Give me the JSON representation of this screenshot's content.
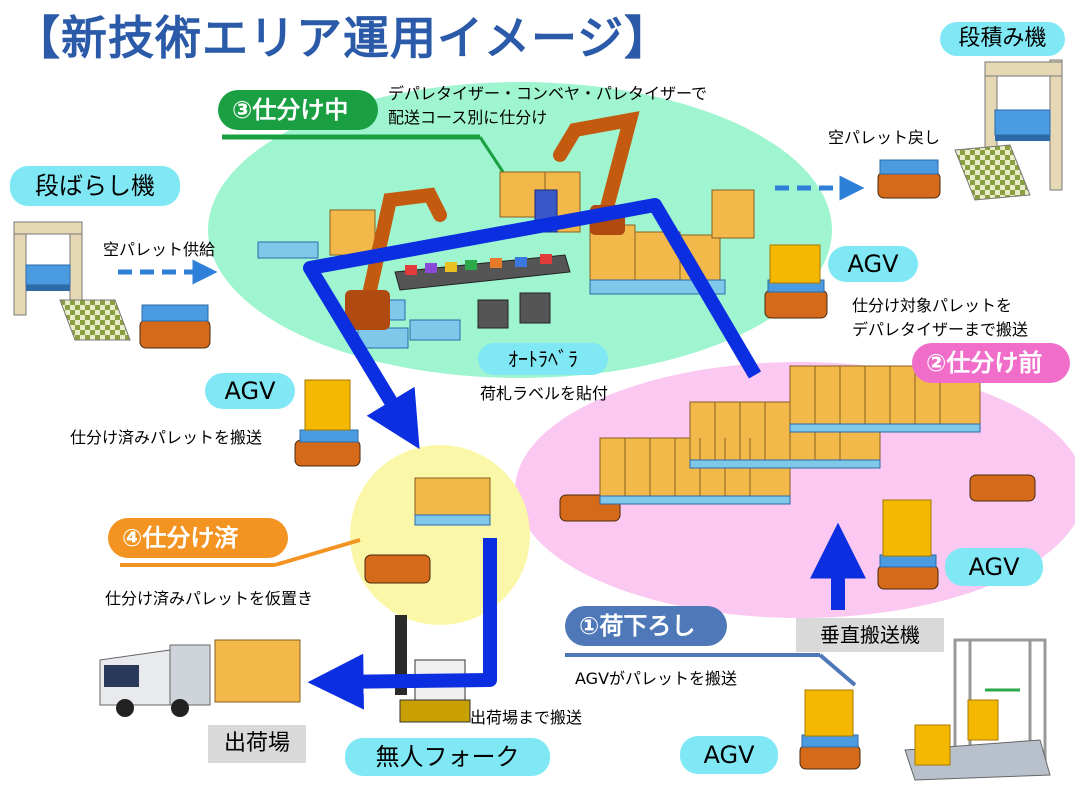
{
  "title": "【新技術エリア運用イメージ】",
  "colors": {
    "accent_blue": "#2a5aa8",
    "sort_green": "#1a9f43",
    "pre_pink": "#f06ec9",
    "done_orange": "#f39321",
    "unload_blue": "#4e78b8",
    "cyan": "#7fe8f4",
    "arrow_blue": "#0a2ee0"
  },
  "labels": {
    "depalletizer_machine": "段ばらし機",
    "stacker_machine": "段積み機",
    "empty_pallet_supply": "空パレット供給",
    "empty_pallet_return": "空パレット戻し",
    "agv": "AGV",
    "step3": "③仕分け中",
    "step3_desc_line1": "デパレタイザー・コンベヤ・パレタイザーで",
    "step3_desc_line2": "配送コース別に仕分け",
    "agv_right_desc_line1": "仕分け対象パレットを",
    "agv_right_desc_line2": "デパレタイザーまで搬送",
    "auto_labeler": "ｵｰﾄﾗﾍﾞﾗ",
    "auto_labeler_desc": "荷札ラベルを貼付",
    "step2": "②仕分け前",
    "agv_left_desc": "仕分け済みパレットを搬送",
    "step4": "④仕分け済",
    "step4_desc": "仕分け済みパレットを仮置き",
    "step1": "①荷下ろし",
    "step1_desc": "AGVがパレットを搬送",
    "vertical_conveyor": "垂直搬送機",
    "shipping_area": "出荷場",
    "transport_to_shipping": "出荷場まで搬送",
    "unmanned_forklift": "無人フォーク"
  }
}
